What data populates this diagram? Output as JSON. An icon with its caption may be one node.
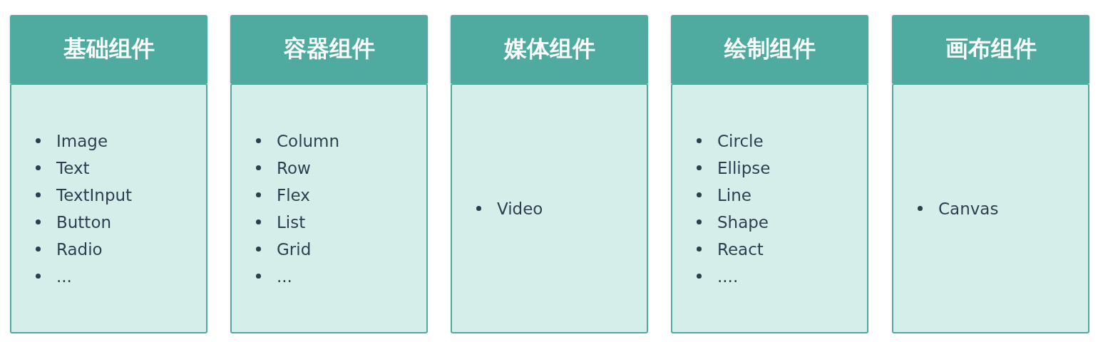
{
  "diagram": {
    "nodes": [
      {
        "text": [
          "基础组件"
        ]
      },
      {
        "text": [
          "Image",
          "Text",
          "TextInput",
          "Button",
          "Radio",
          "..."
        ]
      },
      {
        "text": [
          "容器组件"
        ]
      },
      {
        "text": [
          "Column",
          "Row",
          "Flex",
          "List",
          "Grid",
          "..."
        ]
      },
      {
        "text": [
          "媒体组件"
        ]
      },
      {
        "text": [
          "Video"
        ]
      },
      {
        "text": [
          "绘制组件"
        ]
      },
      {
        "text": [
          "Circle",
          "Ellipse",
          "Line",
          "Shape",
          "React",
          "...."
        ]
      },
      {
        "text": [
          "画布组件"
        ]
      },
      {
        "text": [
          "Canvas"
        ]
      }
    ],
    "edges": []
  }
}
